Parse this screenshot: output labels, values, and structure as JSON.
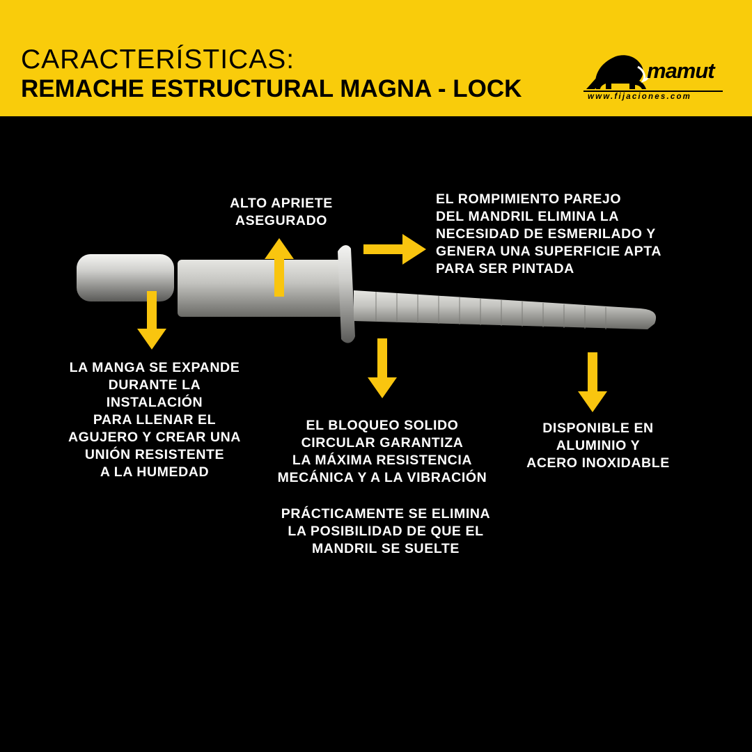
{
  "header": {
    "title_line1": "CARACTERÍSTICAS:",
    "title_line2": "REMACHE ESTRUCTURAL MAGNA - LOCK",
    "background_color": "#f9cc0b"
  },
  "logo": {
    "brand": "mamut",
    "url": "www.fijaciones.com",
    "icon": "mammoth-icon"
  },
  "accent_color": "#f9c50f",
  "callouts": {
    "alto_apriete": [
      "ALTO APRIETE",
      "ASEGURADO"
    ],
    "rompimiento": [
      "EL ROMPIMIENTO PAREJO",
      "DEL MANDRIL  ELIMINA LA",
      "NECESIDAD DE ESMERILADO Y",
      "GENERA UNA SUPERFICIE APTA",
      "PARA SER PINTADA"
    ],
    "manga": [
      "LA MANGA SE EXPANDE",
      "DURANTE LA",
      "INSTALACIÓN",
      "PARA LLENAR EL",
      "AGUJERO Y CREAR UNA",
      "UNIÓN RESISTENTE",
      "A LA HUMEDAD"
    ],
    "bloqueo": [
      "EL BLOQUEO SOLIDO",
      "CIRCULAR GARANTIZA",
      "LA MÁXIMA RESISTENCIA",
      "MECÁNICA Y A LA VIBRACIÓN"
    ],
    "practicamente": [
      "PRÁCTICAMENTE SE ELIMINA",
      "LA POSIBILIDAD DE QUE EL",
      "MANDRIL SE SUELTE"
    ],
    "disponible": [
      "DISPONIBLE EN",
      "ALUMINIO Y",
      "ACERO INOXIDABLE"
    ]
  }
}
